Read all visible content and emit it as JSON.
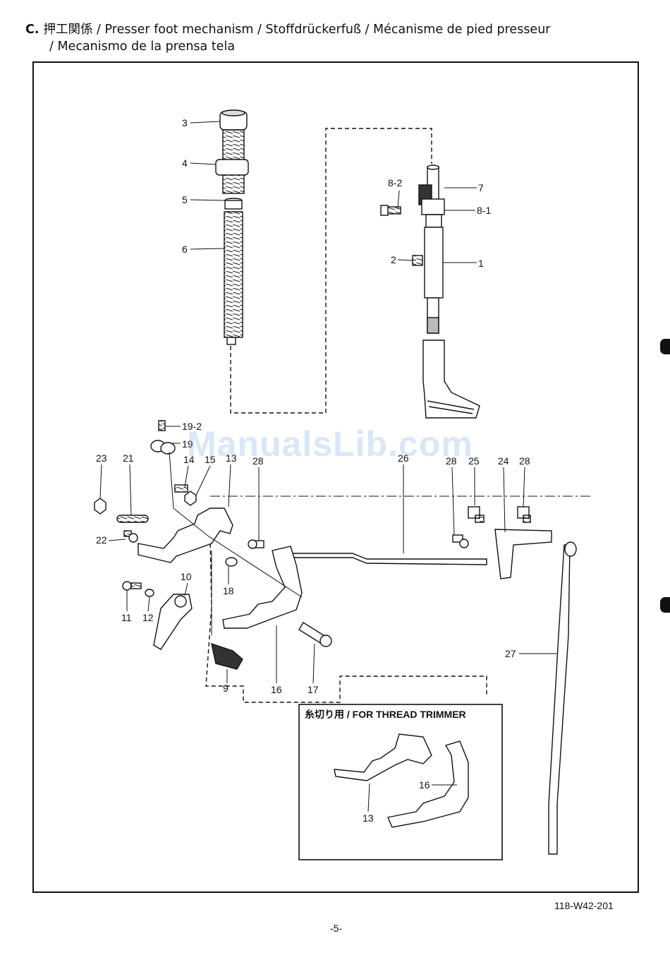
{
  "header": {
    "prefix": "C.",
    "title_line1": "押工関係 / Presser foot mechanism / Stoffdrückerfuß / Mécanisme de pied presseur",
    "title_line2": "/ Mecanismo de la prensa tela"
  },
  "callout": {
    "title": "糸切り用 / FOR THREAD TRIMMER"
  },
  "part_labels": [
    "3",
    "4",
    "5",
    "6",
    "8-2",
    "7",
    "8-1",
    "2",
    "1",
    "19-2",
    "19",
    "23",
    "21",
    "14",
    "15",
    "13",
    "28",
    "26",
    "28",
    "25",
    "24",
    "28",
    "22",
    "18",
    "10",
    "11",
    "12",
    "16",
    "17",
    "9",
    "27",
    "16",
    "13"
  ],
  "watermark": "ManualsLib.com",
  "footer": {
    "doc_code": "118-W42-201",
    "page_number": "-5-"
  },
  "colors": {
    "ink": "#111111",
    "watermark": "#78aae1"
  }
}
